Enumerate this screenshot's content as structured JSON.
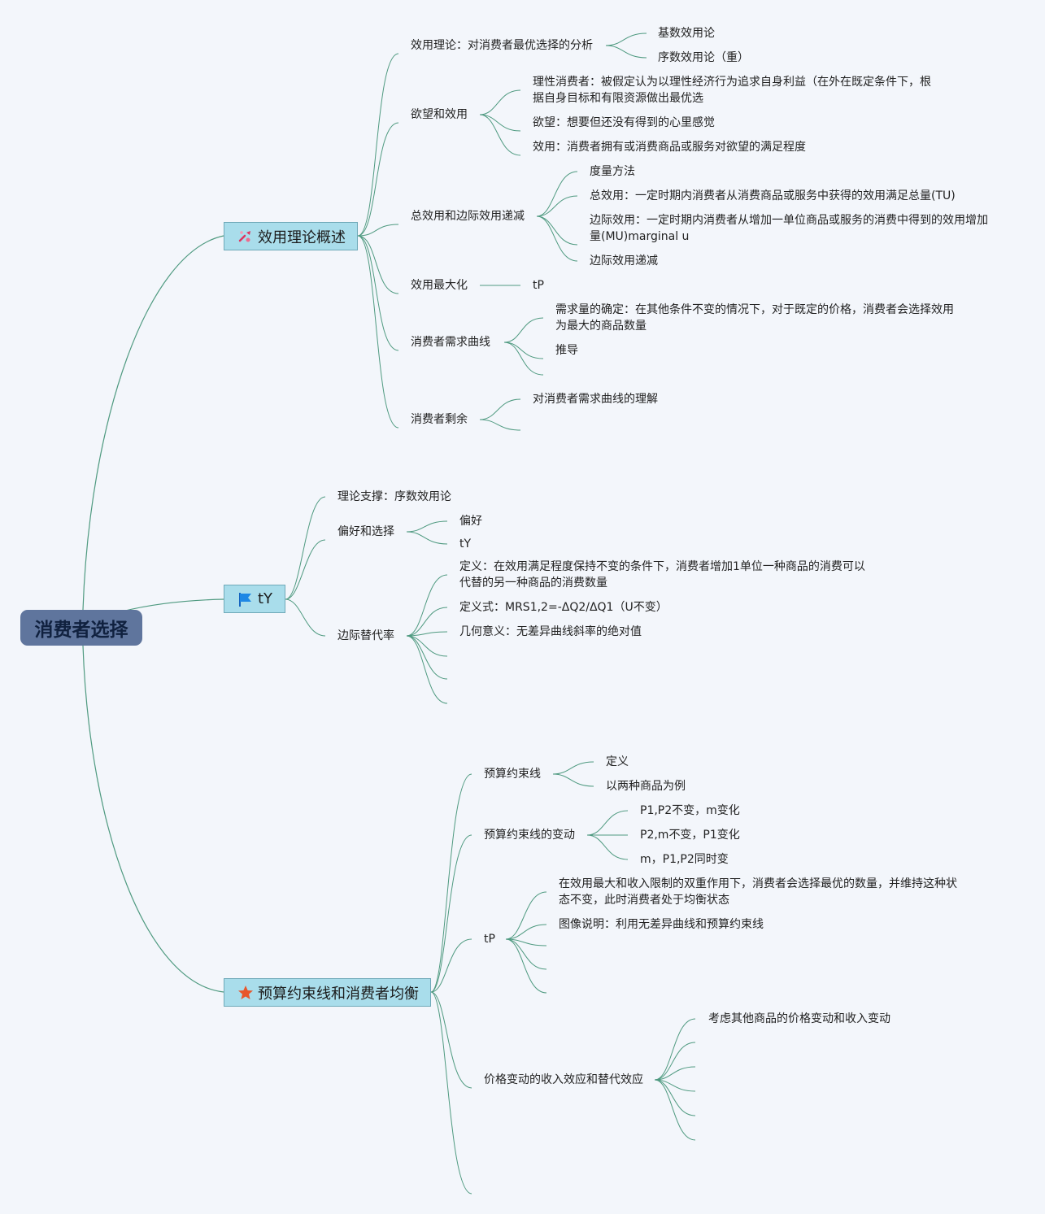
{
  "root": {
    "label": "消费者选择"
  },
  "topics": [
    {
      "label": "效用理论概述",
      "icon": "tools-icon",
      "children": [
        {
          "label": "效用理论：对消费者最优选择的分析",
          "children": [
            "基数效用论",
            "序数效用论（重）"
          ]
        },
        {
          "label": "欲望和效用",
          "children": [
            "理性消费者：被假定认为以理性经济行为追求自身利益（在外在既定条件下，根",
            "据自身目标和有限资源做出最优选",
            "欲望：想要但还没有得到的心里感觉",
            "效用：消费者拥有或消费商品或服务对欲望的满足程度"
          ]
        },
        {
          "label": "总效用和边际效用递减",
          "children": [
            "度量方法",
            "总效用：一定时期内消费者从消费商品或服务中获得的效用满足总量(TU)",
            "边际效用：一定时期内消费者从增加一单位商品或服务的消费中得到的效用增加",
            "量(MU)marginal u",
            "边际效用递减"
          ]
        },
        {
          "label": "效用最大化",
          "children": [
            "tP"
          ]
        },
        {
          "label": "消费者需求曲线",
          "children": [
            "需求量的确定：在其他条件不变的情况下，对于既定的价格，消费者会选择效用",
            "为最大的商品数量",
            "推导"
          ]
        },
        {
          "label": "消费者剩余",
          "children": [
            "对消费者需求曲线的理解"
          ]
        }
      ]
    },
    {
      "label": "tY",
      "icon": "flag-icon",
      "children": [
        {
          "label": "理论支撑：序数效用论",
          "children": []
        },
        {
          "label": "偏好和选择",
          "children": [
            "偏好",
            "tY"
          ]
        },
        {
          "label": "边际替代率",
          "children": [
            "定义：在效用满足程度保持不变的条件下，消费者增加1单位一种商品的消费可以",
            "代替的另一种商品的消费数量",
            "定义式：MRS1,2=-ΔQ2/ΔQ1（U不变）",
            "几何意义：无差异曲线斜率的绝对值"
          ]
        }
      ]
    },
    {
      "label": "预算约束线和消费者均衡",
      "icon": "star-icon",
      "children": [
        {
          "label": "预算约束线",
          "children": [
            "定义",
            "以两种商品为例"
          ]
        },
        {
          "label": "预算约束线的变动",
          "children": [
            "P1,P2不变，m变化",
            "P2,m不变，P1变化",
            "m，P1,P2同时变"
          ]
        },
        {
          "label": "tP",
          "children": [
            "在效用最大和收入限制的双重作用下，消费者会选择最优的数量，并维持这种状",
            "态不变，此时消费者处于均衡状态",
            "图像说明：利用无差异曲线和预算约束线"
          ]
        },
        {
          "label": "价格变动的收入效应和替代效应",
          "children": [
            "考虑其他商品的价格变动和收入变动"
          ]
        }
      ]
    }
  ],
  "colors": {
    "link": "#4f9a80",
    "root_bg": "#5f759d",
    "topic_bg": "#a9ddeb",
    "background": "#f3f6fb",
    "star": "#e8562b",
    "flag": "#1e88e5",
    "tools": "#e0335e"
  }
}
